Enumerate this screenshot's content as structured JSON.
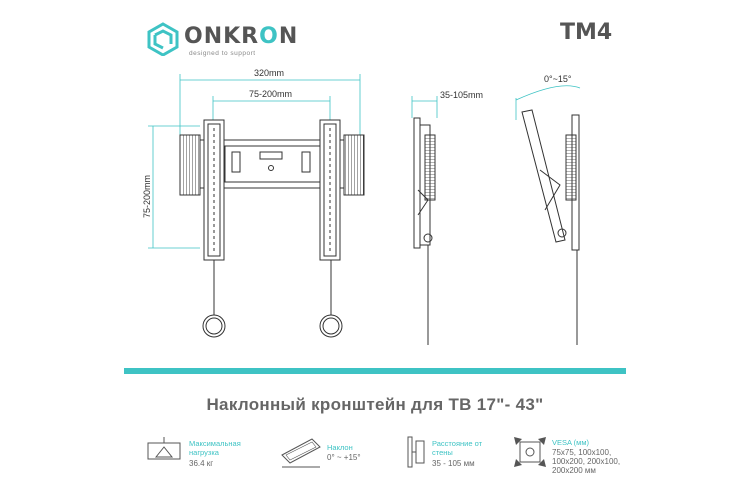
{
  "brand": {
    "name_prefix": "ONKR",
    "name_accent": "O",
    "name_suffix": "N",
    "tagline": "designed to support"
  },
  "model": "TM4",
  "dimensions": {
    "width_total": "320mm",
    "width_vesa": "75-200mm",
    "height_vesa": "75-200mm",
    "distance": "35-105mm",
    "tilt": "0°~15°"
  },
  "title": "Наклонный кронштейн для ТВ  17\"- 43\"",
  "specs": [
    {
      "label": "Максимальная нагрузка",
      "value": "36.4 кг",
      "icon": "load-icon"
    },
    {
      "label": "Наклон",
      "value": "0° ~ +15°",
      "icon": "tilt-icon"
    },
    {
      "label": "Расстояние от стены",
      "value": "35 - 105 мм",
      "icon": "wall-distance-icon"
    },
    {
      "label": "VESA (мм)",
      "value": "75x75, 100x100, 100x200, 200x100, 200x200 мм",
      "icon": "vesa-icon"
    }
  ],
  "colors": {
    "accent": "#3ec3c4",
    "text": "#555555",
    "line": "#333333"
  }
}
